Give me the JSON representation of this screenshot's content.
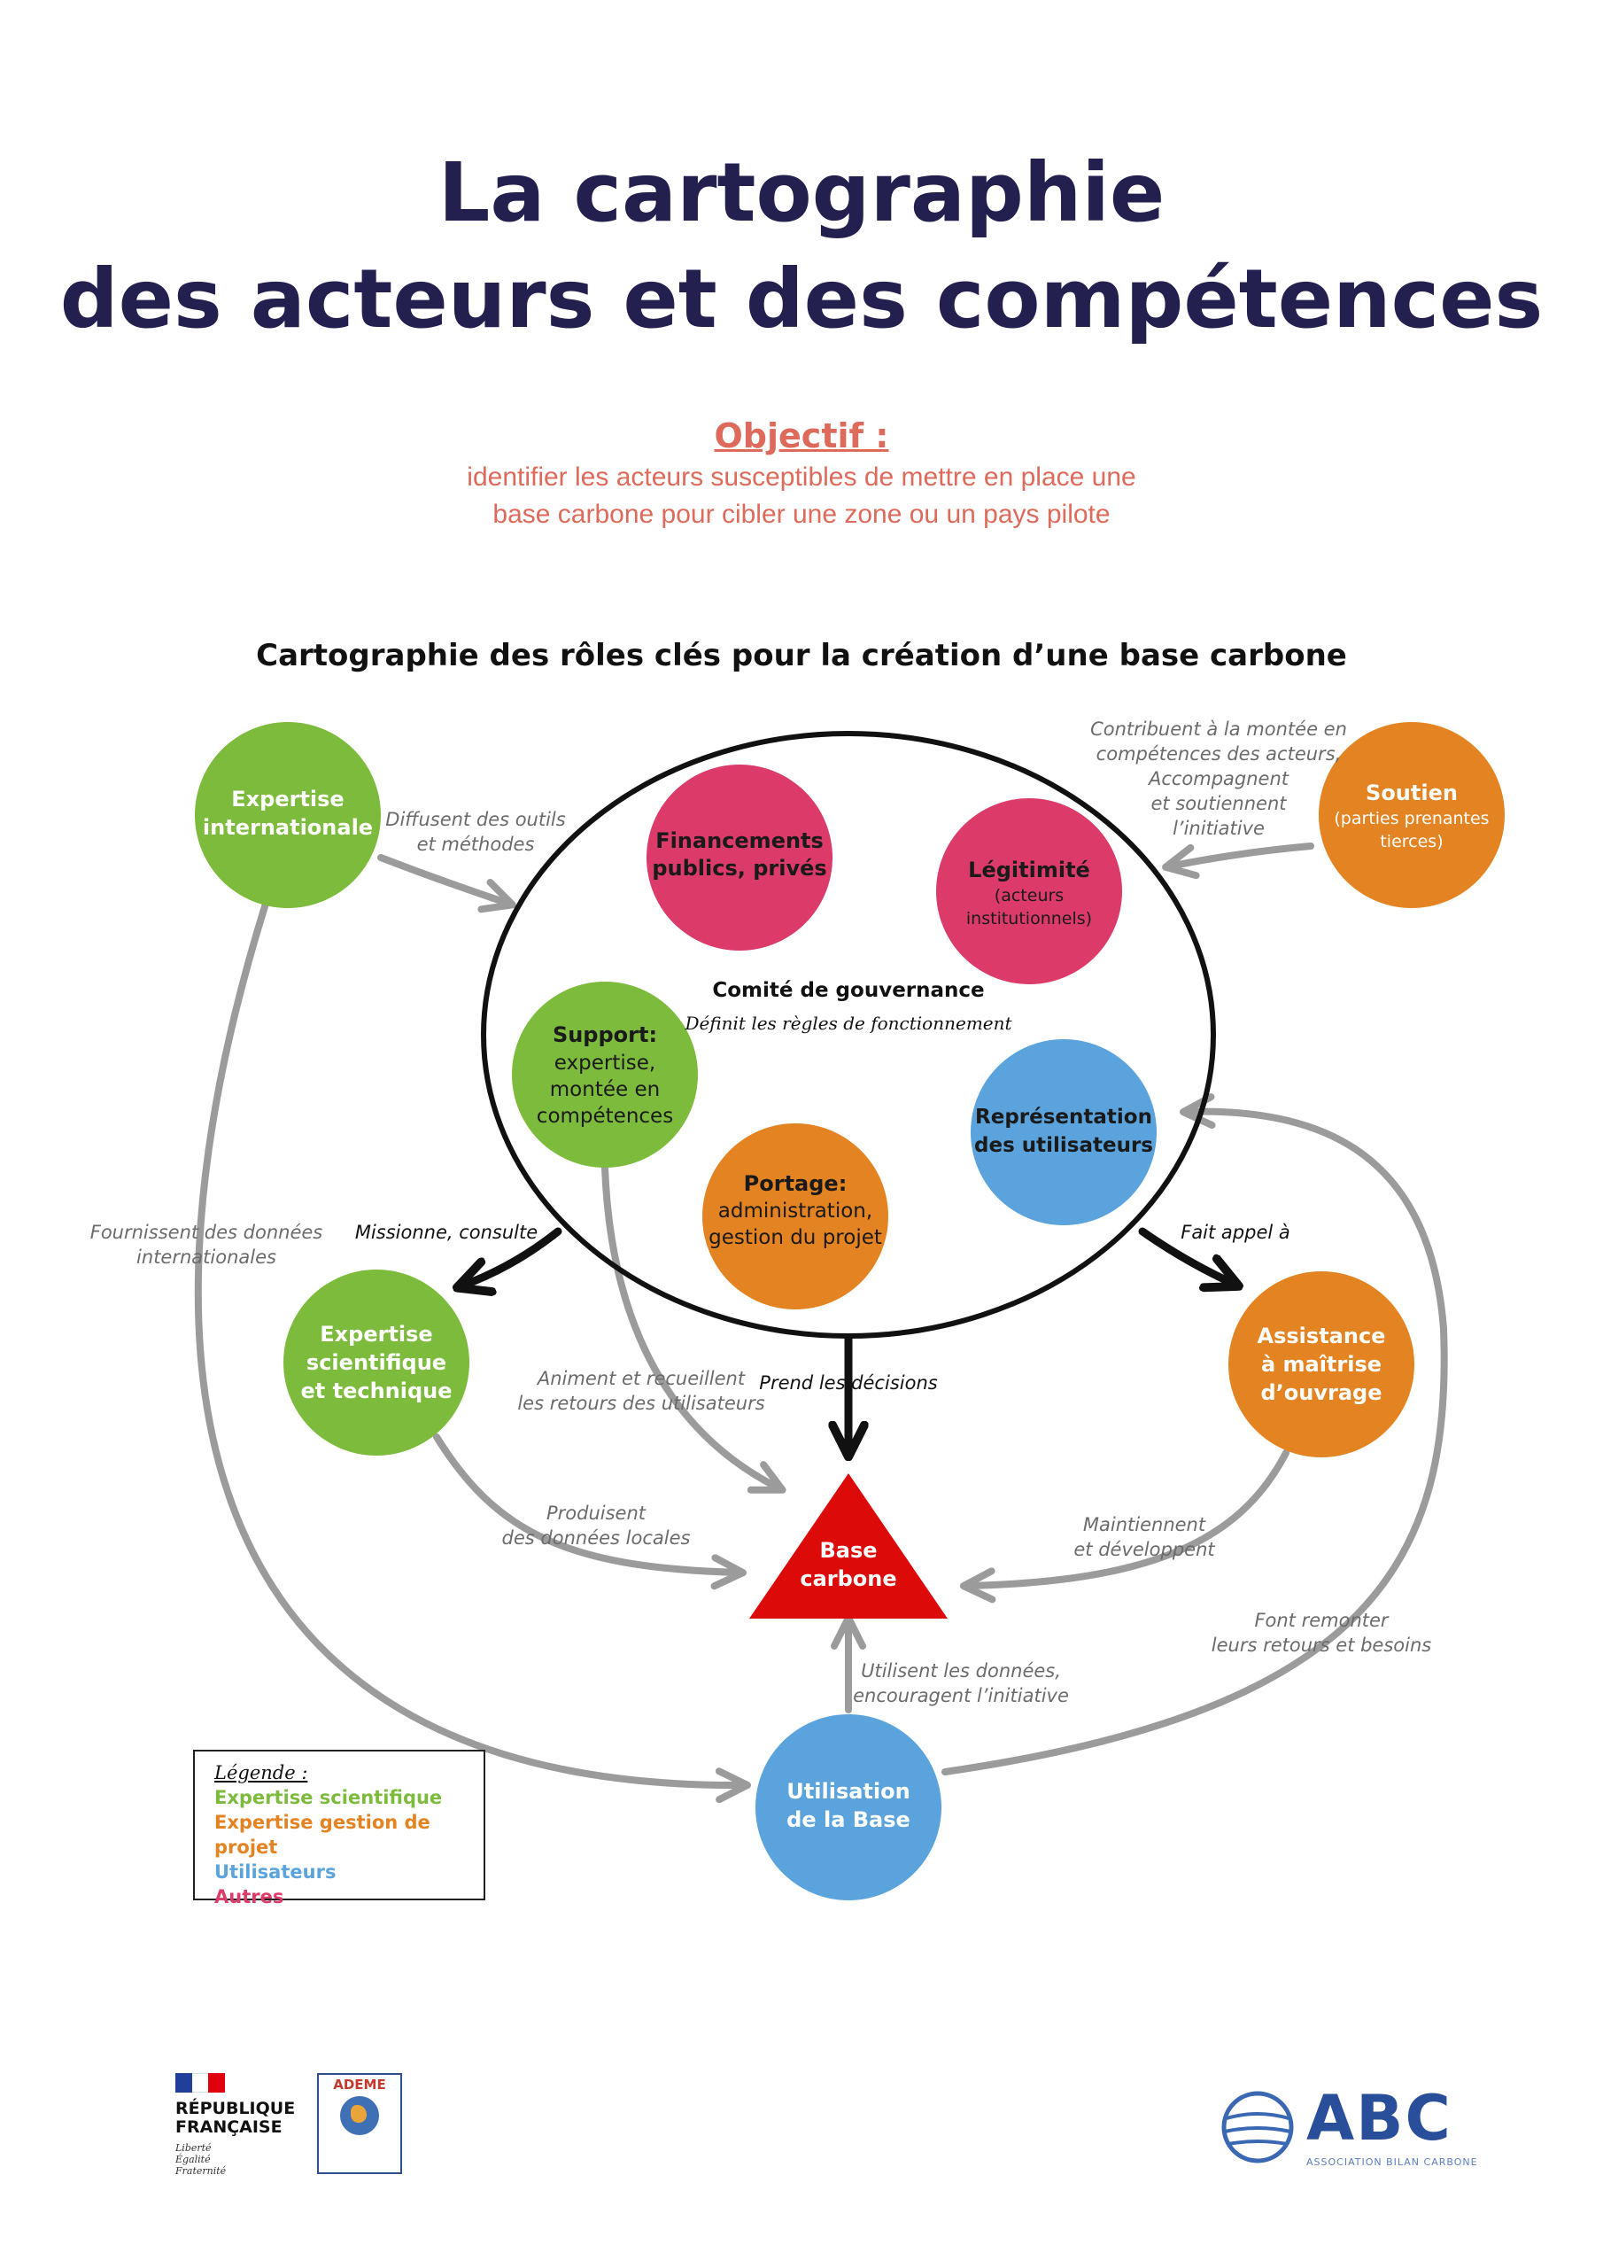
{
  "header": {
    "title_line1": "La cartographie",
    "title_line2": "des acteurs et des compétences",
    "objective_label": "Objectif :",
    "objective_line1": "identifier les acteurs susceptibles de mettre en place une",
    "objective_line2": "base carbone pour cibler une zone ou un pays pilote"
  },
  "diagram": {
    "title": "Cartographie des rôles clés pour la création d’une base carbone",
    "colors": {
      "expertise_scientifique": "#7dbb3d",
      "gestion_projet": "#e48321",
      "utilisateurs": "#5aa3dd",
      "autres": "#dc3b6a",
      "base": "#dd0a0a",
      "arrow_gray": "#9b9b9b",
      "arrow_black": "#111111"
    },
    "committee": {
      "title": "Comité de gouvernance",
      "subtitle": "Définit les règles de fonctionnement"
    },
    "nodes": {
      "expertise_internationale": {
        "lines": [
          "Expertise",
          "internationale"
        ]
      },
      "soutien": {
        "title": "Soutien",
        "sub": [
          "(parties prenantes",
          "tierces)"
        ]
      },
      "financements": {
        "lines": [
          "Financements",
          "publics, privés"
        ]
      },
      "legitimite": {
        "title": "Légitimité",
        "sub": [
          "(acteurs",
          "institutionnels)"
        ]
      },
      "support": {
        "title": "Support:",
        "sub": [
          "expertise,",
          "montée en",
          "compétences"
        ]
      },
      "portage": {
        "title": "Portage:",
        "sub": [
          "administration,",
          "gestion du projet"
        ]
      },
      "representation": {
        "lines": [
          "Représentation",
          "des utilisateurs"
        ]
      },
      "expertise_scientifique": {
        "lines": [
          "Expertise",
          "scientifique",
          "et technique"
        ]
      },
      "assistance": {
        "lines": [
          "Assistance",
          "à maîtrise",
          "d’ouvrage"
        ]
      },
      "base_carbone": {
        "lines": [
          "Base",
          "carbone"
        ]
      },
      "utilisation": {
        "lines": [
          "Utilisation",
          "de la Base"
        ]
      }
    },
    "labels": {
      "diffusent": [
        "Diffusent des outils",
        "et méthodes"
      ],
      "contribuent": [
        "Contribuent à la montée en",
        "compétences des acteurs,",
        "Accompagnent",
        "et soutiennent",
        "l’initiative"
      ],
      "fournissent": [
        "Fournissent des données",
        "internationales"
      ],
      "missionne": [
        "Missionne, consulte"
      ],
      "fait_appel": [
        "Fait appel à"
      ],
      "animent": [
        "Animent et recueillent",
        "les retours des utilisateurs"
      ],
      "prend": [
        "Prend les décisions"
      ],
      "produisent": [
        "Produisent",
        "des données locales"
      ],
      "maintiennent": [
        "Maintiennent",
        "et développent"
      ],
      "font_remonter": [
        "Font remonter",
        "leurs retours et besoins"
      ],
      "utilisent": [
        "Utilisent les données,",
        "encouragent l’initiative"
      ]
    }
  },
  "legend": {
    "title": "Légende :",
    "items": [
      {
        "label": "Expertise scientifique",
        "color": "#7dbb3d"
      },
      {
        "label": "Expertise gestion de projet",
        "color": "#e48321"
      },
      {
        "label": "Utilisateurs",
        "color": "#5aa3dd"
      },
      {
        "label": "Autres",
        "color": "#dc3b6a"
      }
    ]
  },
  "footer": {
    "rf_name_line1": "RÉPUBLIQUE",
    "rf_name_line2": "FRANÇAISE",
    "rf_motto": [
      "Liberté",
      "Égalité",
      "Fraternité"
    ],
    "ademe_name": "ADEME",
    "abc_name": "ABC",
    "abc_sub": "ASSOCIATION BILAN CARBONE"
  }
}
